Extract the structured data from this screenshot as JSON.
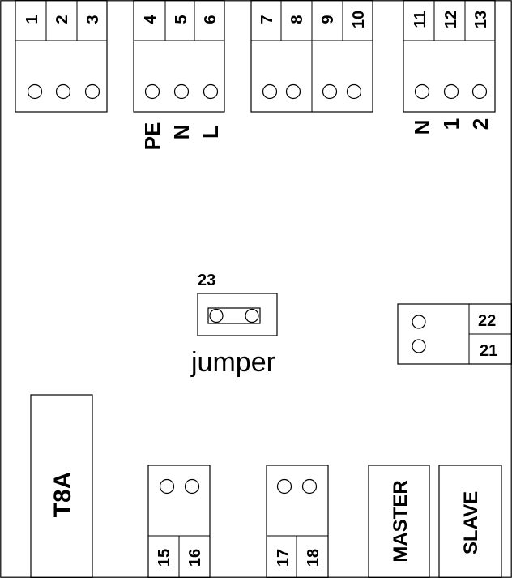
{
  "terminals": {
    "t1": "1",
    "t2": "2",
    "t3": "3",
    "t4": "4",
    "t5": "5",
    "t6": "6",
    "t7": "7",
    "t8": "8",
    "t9": "9",
    "t10": "10",
    "t11": "11",
    "t12": "12",
    "t13": "13",
    "t15": "15",
    "t16": "16",
    "t17": "17",
    "t18": "18",
    "t21": "21",
    "t22": "22"
  },
  "power_labels": {
    "pe": "PE",
    "n": "N",
    "l": "L"
  },
  "output_labels": {
    "n": "N",
    "one": "1",
    "two": "2"
  },
  "jumper": {
    "number": "23",
    "label": "jumper"
  },
  "fuse": {
    "label": "T8A"
  },
  "switches": {
    "master": "MASTER",
    "slave": "SLAVE"
  }
}
